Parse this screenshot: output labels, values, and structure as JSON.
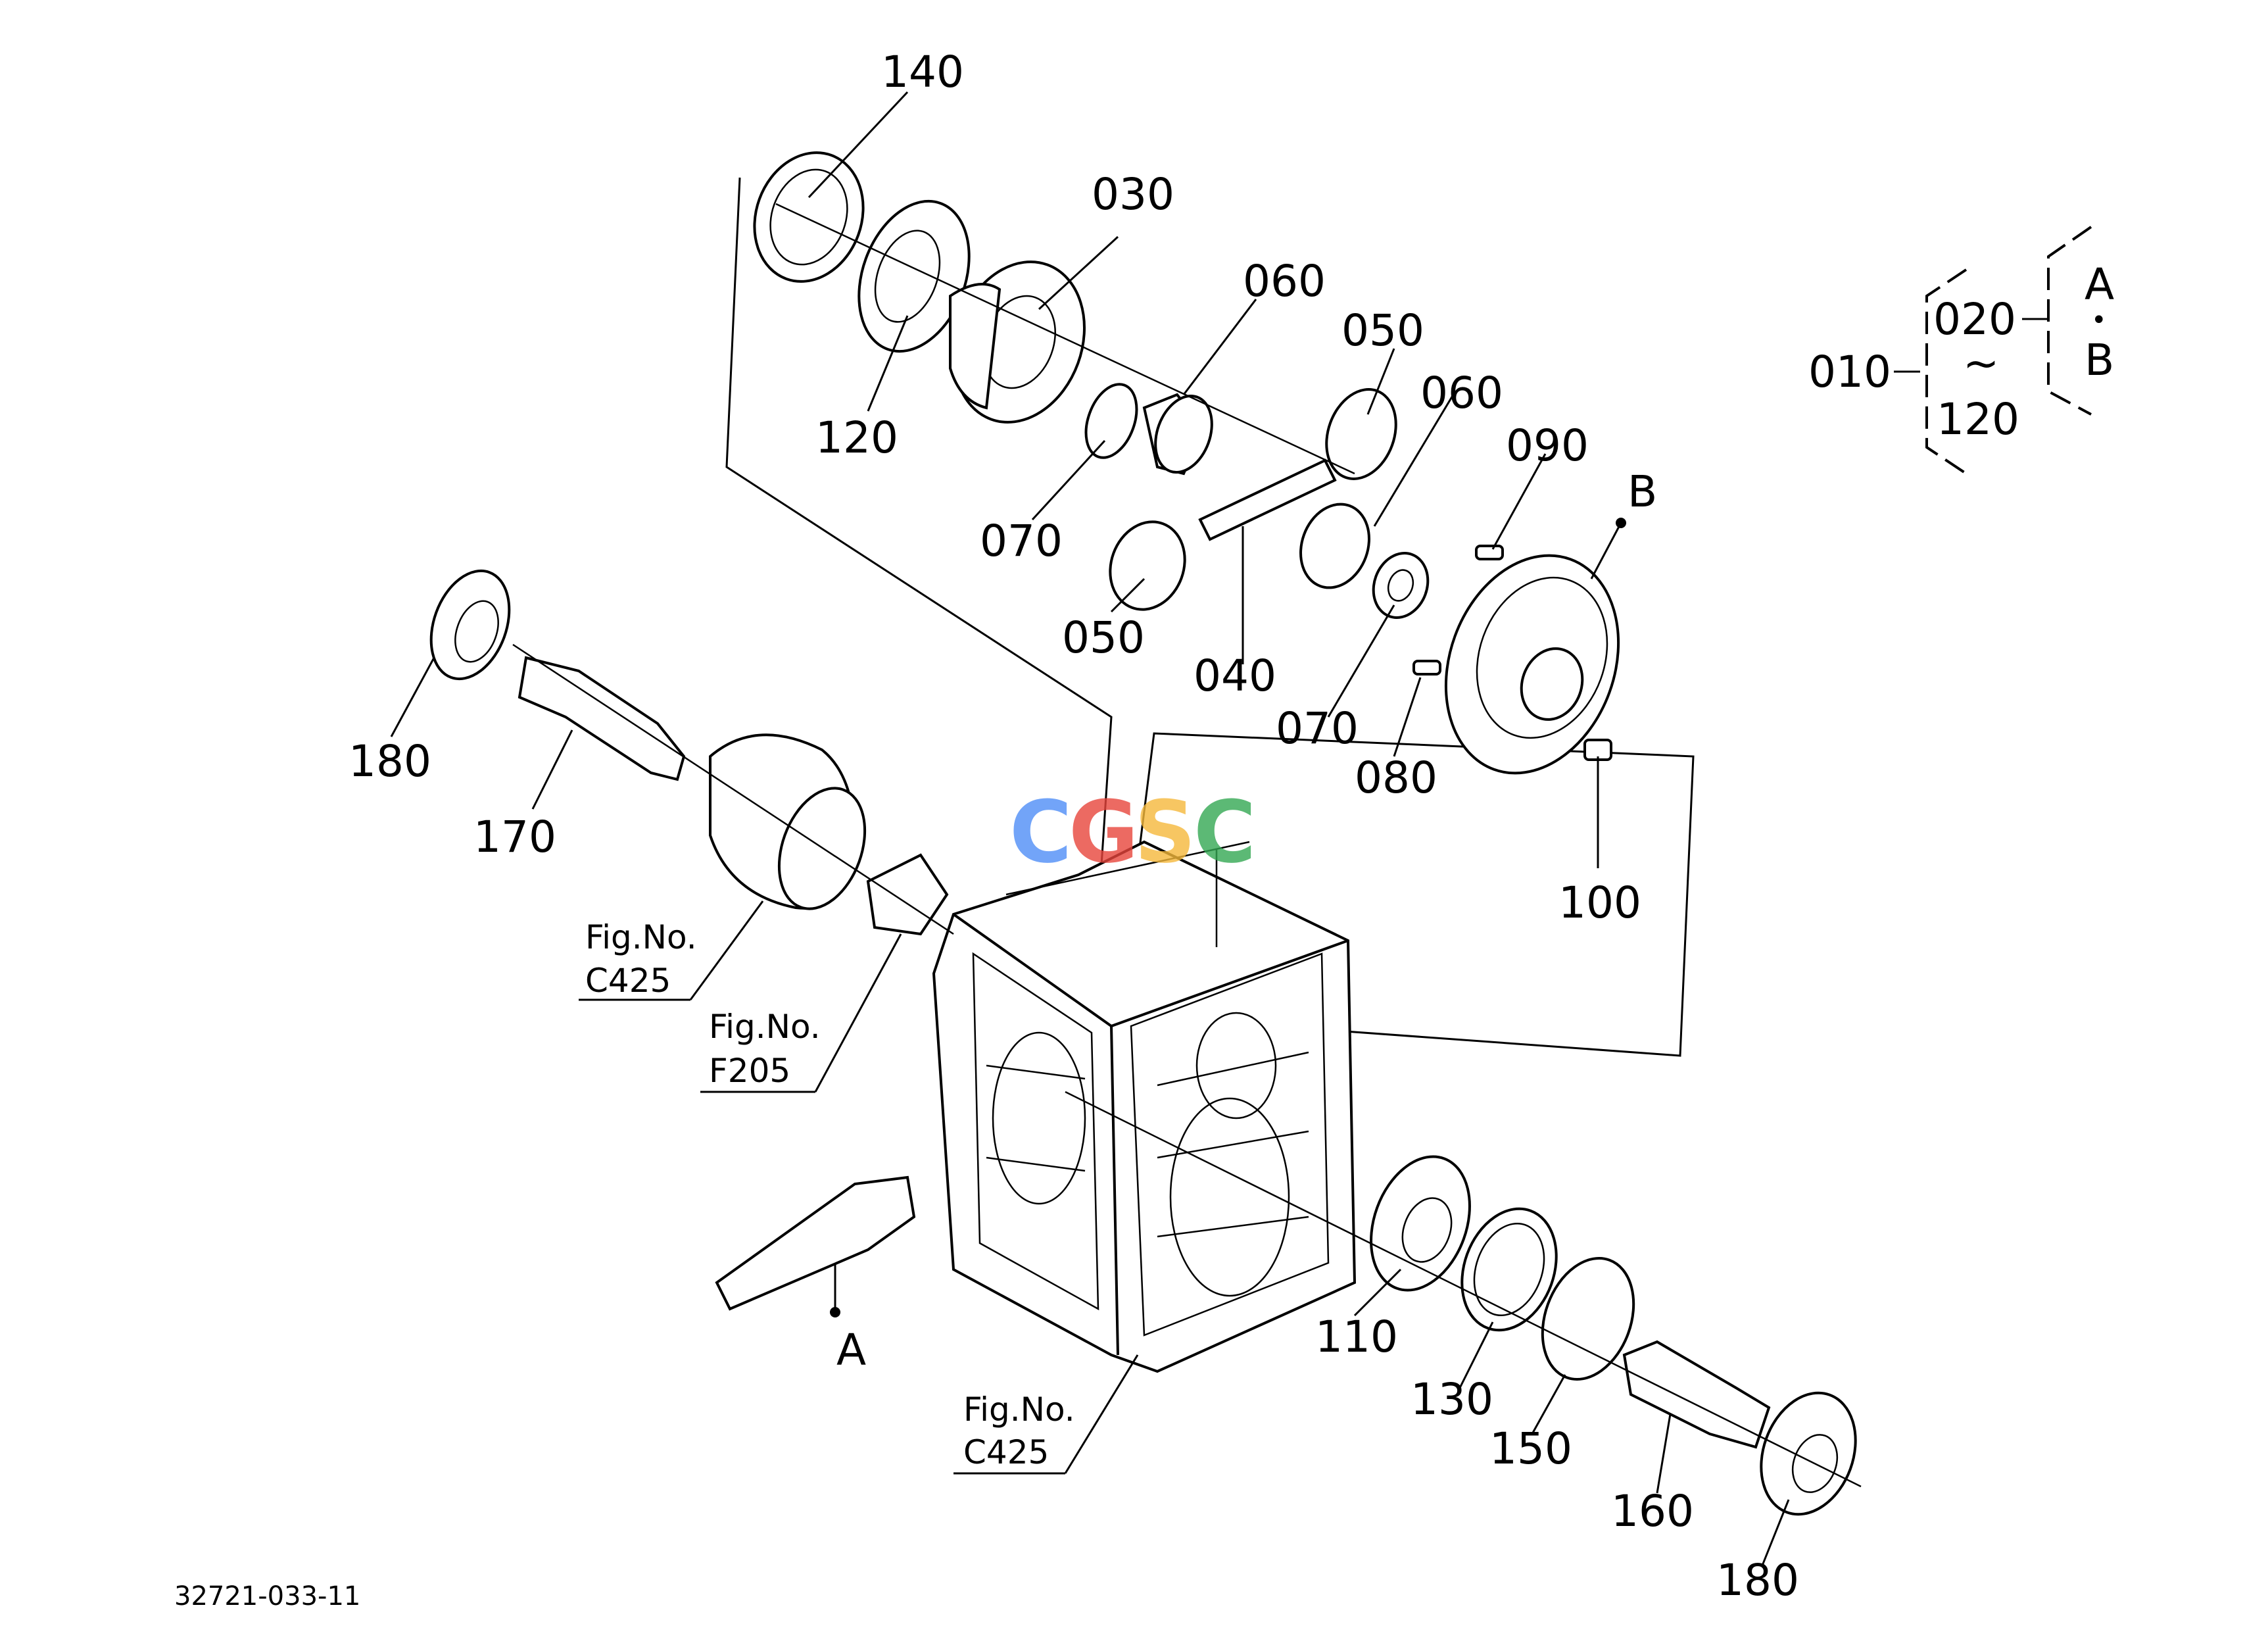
{
  "diagram_code": "32721-033-11",
  "watermark": {
    "text": "CGSC",
    "colors": [
      "#4f8ef7",
      "#e8453c",
      "#f6b93b",
      "#34a853"
    ]
  },
  "part_labels": {
    "p010": "010",
    "p020": "020",
    "p030": "030",
    "p040": "040",
    "p050_top": "050",
    "p050_bottom": "050",
    "p060_top": "060",
    "p060_right": "060",
    "p070_top": "070",
    "p070_bottom": "070",
    "p080": "080",
    "p090": "090",
    "p100": "100",
    "p110": "110",
    "p120": "120",
    "p130": "130",
    "p140": "140",
    "p150": "150",
    "p160": "160",
    "p170": "170",
    "p180_left": "180",
    "p180_right": "180"
  },
  "markers": {
    "a": "A",
    "b": "B"
  },
  "legend": {
    "assembly": "010",
    "range_start": "020",
    "range_sep": "~",
    "range_end": "120",
    "ref_a": "A",
    "ref_dot": "•",
    "ref_b": "B"
  },
  "figure_refs": {
    "c425_upper": {
      "title": "Fig.No.",
      "code": "C425"
    },
    "f205": {
      "title": "Fig.No.",
      "code": "F205"
    },
    "c425_lower": {
      "title": "Fig.No.",
      "code": "C425"
    }
  }
}
